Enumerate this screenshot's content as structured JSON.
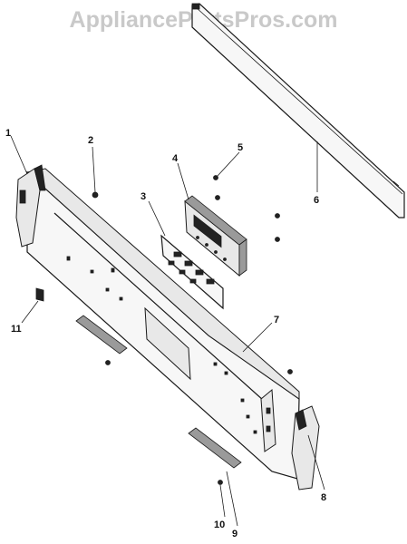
{
  "watermark": "AppliancePartsPros.com",
  "callouts": [
    "1",
    "2",
    "3",
    "4",
    "5",
    "6",
    "7",
    "8",
    "9",
    "10",
    "11"
  ]
}
